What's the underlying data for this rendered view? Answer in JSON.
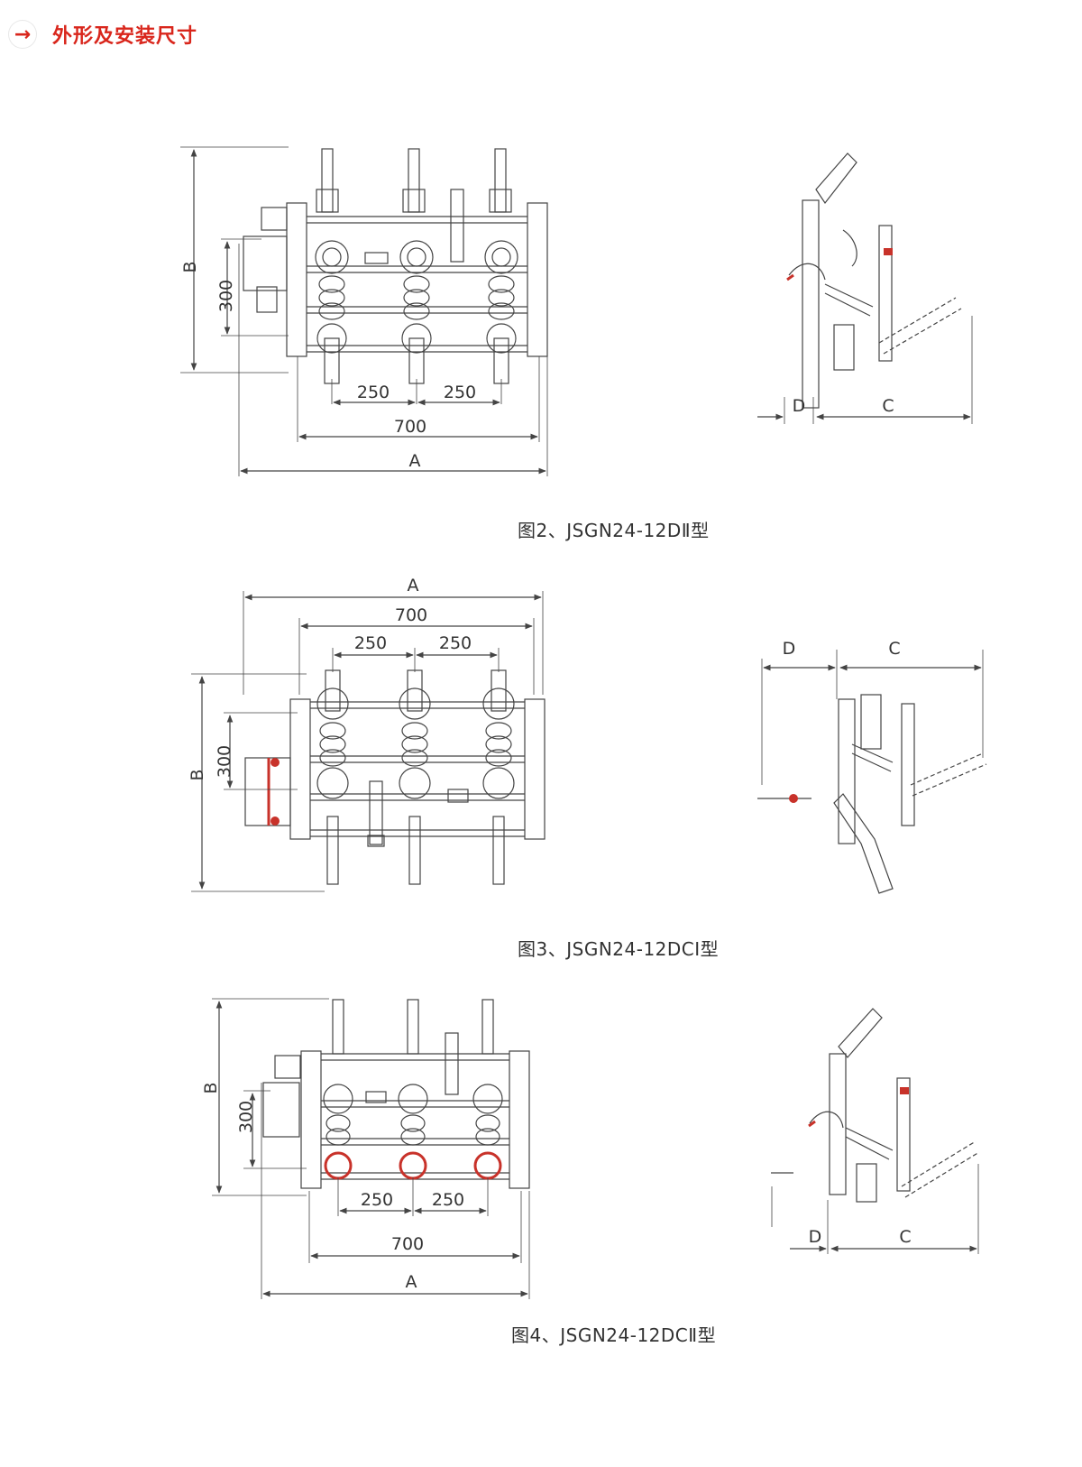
{
  "section": {
    "icon": "arrow-right-icon",
    "title": "外形及安装尺寸",
    "accent": "#d9261c"
  },
  "colors": {
    "line": "#444444",
    "accent_red": "#c8322a"
  },
  "figures": [
    {
      "caption": "图2、JSGN24-12DⅡ型",
      "dims": {
        "A": "A",
        "B": "B",
        "C": "C",
        "D": "D",
        "d300": "300",
        "d250a": "250",
        "d250b": "250",
        "d700": "700"
      }
    },
    {
      "caption": "图3、JSGN24-12DCI型",
      "dims": {
        "A": "A",
        "B": "B",
        "C": "C",
        "D": "D",
        "d300": "300",
        "d250a": "250",
        "d250b": "250",
        "d700": "700"
      }
    },
    {
      "caption": "图4、JSGN24-12DCⅡ型",
      "dims": {
        "A": "A",
        "B": "B",
        "C": "C",
        "D": "D",
        "d300": "300",
        "d250a": "250",
        "d250b": "250",
        "d700": "700"
      }
    }
  ]
}
